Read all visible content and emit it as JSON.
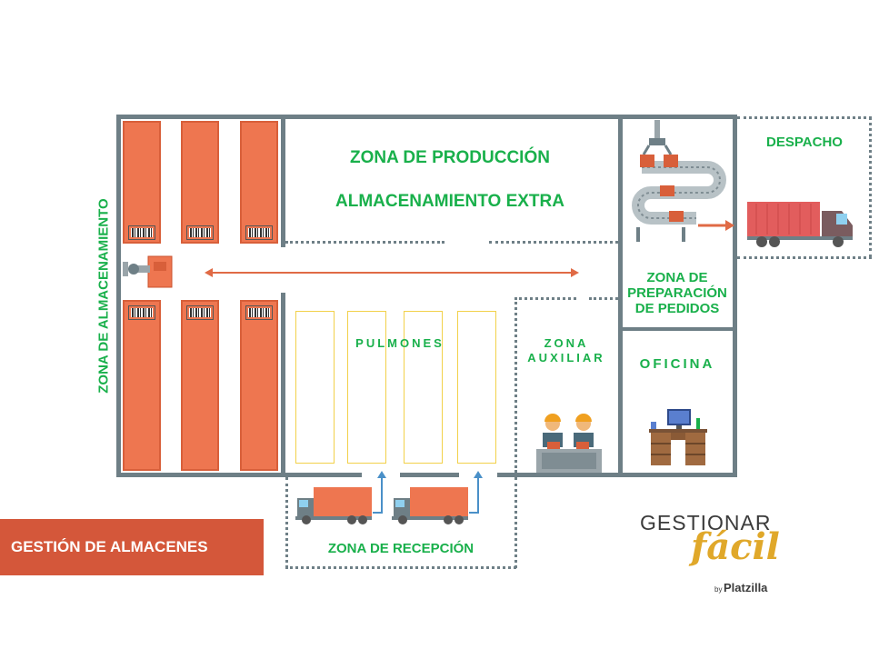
{
  "zones": {
    "storage": "ZONA DE ALMACENAMIENTO",
    "production": "ZONA DE PRODUCCIÓN",
    "extra_storage": "ALMACENAMIENTO EXTRA",
    "buffers": "PULMONES",
    "auxiliary_line1": "ZONA",
    "auxiliary_line2": "AUXILIAR",
    "order_prep_line1": "ZONA DE",
    "order_prep_line2": "PREPARACIÓN",
    "order_prep_line3": "DE PEDIDOS",
    "office": "OFICINA",
    "dispatch": "DESPACHO",
    "reception": "ZONA DE RECEPCIÓN"
  },
  "banner": {
    "title": "GESTIÓN DE ALMACENES"
  },
  "logo": {
    "line1": "GESTIONAR",
    "line2": "fácil",
    "by": "by",
    "brand": "Platzilla"
  },
  "colors": {
    "walls": "#6e7f86",
    "racks": "#ee7650",
    "labels": "#19b04b",
    "banner": "#d4573a",
    "arrow": "#e06a45",
    "truck": "#ee7650"
  },
  "icons": [
    "robot-arm-icon",
    "conveyor-icon",
    "truck-icon",
    "workers-icon",
    "desk-icon",
    "barcode-icon"
  ]
}
